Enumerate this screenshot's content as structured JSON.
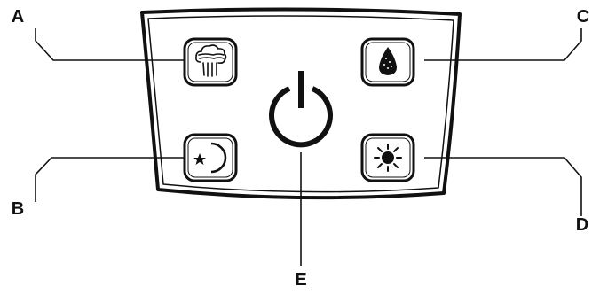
{
  "callouts": {
    "a": "A",
    "b": "B",
    "c": "C",
    "d": "D",
    "e": "E"
  },
  "buttons": [
    {
      "callout": "A",
      "icon": "cloud-mist-icon"
    },
    {
      "callout": "B",
      "icon": "moon-star-icon"
    },
    {
      "callout": "C",
      "icon": "water-drop-icon"
    },
    {
      "callout": "D",
      "icon": "sun-icon"
    },
    {
      "callout": "E",
      "icon": "power-icon"
    }
  ],
  "colors": {
    "ink": "#111111",
    "panel_fill": "#ffffff"
  }
}
